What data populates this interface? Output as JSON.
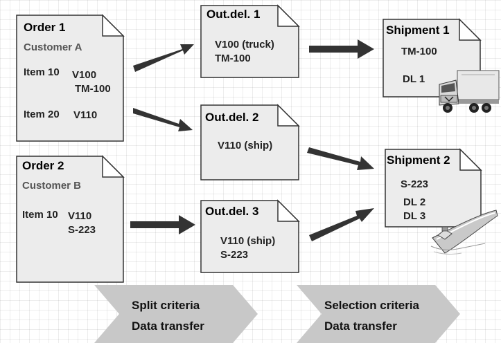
{
  "orders": [
    {
      "title": "Order 1",
      "customer": "Customer A",
      "items": [
        {
          "label": "Item 10",
          "material": "V100",
          "route": "TM-100"
        },
        {
          "label": "Item 20",
          "material": "V110",
          "route": ""
        }
      ]
    },
    {
      "title": "Order 2",
      "customer": "Customer B",
      "items": [
        {
          "label": "Item 10",
          "material": "V110",
          "route": "S-223"
        }
      ]
    }
  ],
  "deliveries": [
    {
      "title": "Out.del. 1",
      "line1": "V100 (truck)",
      "line2": "TM-100"
    },
    {
      "title": "Out.del. 2",
      "line1": "V110 (ship)",
      "line2": ""
    },
    {
      "title": "Out.del. 3",
      "line1": "V110 (ship)",
      "line2": "S-223"
    }
  ],
  "shipments": [
    {
      "title": "Shipment 1",
      "route": "TM-100",
      "deliveries": [
        "DL 1"
      ],
      "vehicle": "truck-icon"
    },
    {
      "title": "Shipment 2",
      "route": "S-223",
      "deliveries": [
        "DL 2",
        "DL 3"
      ],
      "vehicle": "ship-icon"
    }
  ],
  "stages": [
    {
      "line1": "Split criteria",
      "line2": "Data transfer"
    },
    {
      "line1": "Selection criteria",
      "line2": "Data transfer"
    }
  ],
  "colors": {
    "page_fill": "#ececec",
    "page_stroke": "#333333",
    "arrow": "#333333",
    "chevron": "#c8c8c8",
    "grid": "#e6e6e6"
  }
}
